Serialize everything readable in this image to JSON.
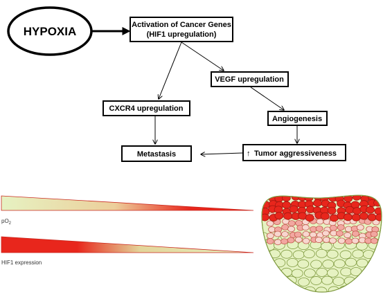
{
  "flowchart": {
    "hypoxia": "HYPOXIA",
    "activation_line1": "Activation of Cancer Genes",
    "activation_line2": "(HIF1 upregulation)",
    "vegf": "VEGF upregulation",
    "cxcr4": "CXCR4 upregulation",
    "angiogenesis": "Angiogenesis",
    "metastasis": "Metastasis",
    "tumor_arrow": "↑",
    "tumor": "Tumor aggressiveness"
  },
  "gradients": {
    "po2_label": "pO",
    "po2_subscript": "2",
    "hif1_label": "HIF1 expression"
  },
  "colors": {
    "red": "#e8261c",
    "light_green": "#e6f2c2",
    "pink": "#f2a7a0",
    "outline": "#000000"
  }
}
